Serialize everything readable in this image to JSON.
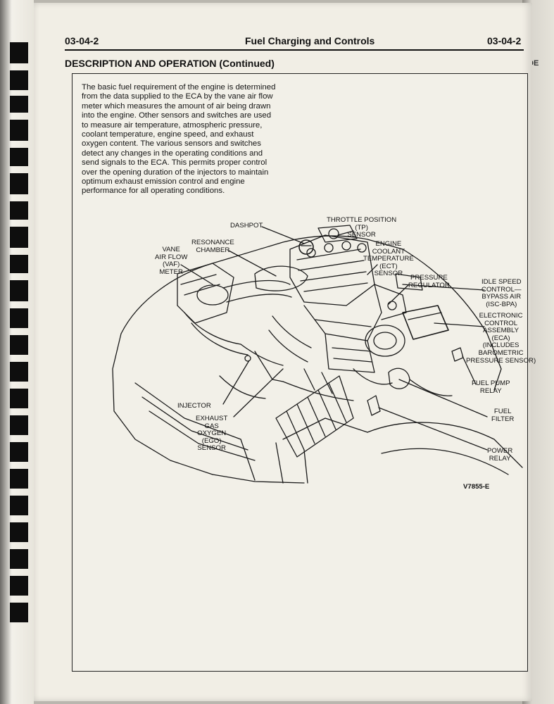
{
  "header": {
    "page_number_left": "03-04-2",
    "section_name": "Fuel Charging and Controls",
    "page_number_right": "03-04-2"
  },
  "section_title": "DESCRIPTION AND OPERATION (Continued)",
  "paragraph_lines": [
    "The basic fuel requirement of the engine is determined",
    "from the data supplied to the ECA by the vane air flow",
    "meter which measures the amount of air being drawn",
    "into the engine. Other sensors and switches are used",
    "to measure air temperature, atmospheric pressure,",
    "coolant temperature, engine speed, and exhaust",
    "oxygen content. The various sensors and switches",
    "detect any changes in the operating conditions and",
    "send signals to the ECA. This permits proper control",
    "over the opening duration of the injectors to maintain",
    "optimum exhaust emission control and engine",
    "performance for all operating conditions."
  ],
  "diagram": {
    "labels": {
      "dashpot": "DASHPOT",
      "throttle_position_sensor": [
        "THROTTLE POSITION",
        "(TP)",
        "SENSOR"
      ],
      "resonance_chamber": [
        "RESONANCE",
        "CHAMBER"
      ],
      "vane_air_flow_meter": [
        "VANE",
        "AIR FLOW",
        "(VAF)",
        "METER"
      ],
      "engine_coolant_temperature_sensor": [
        "ENGINE",
        "COOLANT",
        "TEMPERATURE",
        "(ECT)",
        "SENSOR"
      ],
      "pressure_regulator": [
        "PRESSURE",
        "REGULATOR"
      ],
      "idle_speed_control": [
        "IDLE SPEED",
        "CONTROL—",
        "BYPASS AIR",
        "(ISC-BPA)"
      ],
      "electronic_control_assembly": [
        "ELECTRONIC",
        "CONTROL",
        "ASSEMBLY",
        "(ECA)",
        "(INCLUDES",
        "BAROMETRIC",
        "PRESSURE SENSOR)"
      ],
      "fuel_pump_relay": [
        "FUEL PUMP",
        "RELAY"
      ],
      "injector": "INJECTOR",
      "exhaust_gas_oxygen_sensor": [
        "EXHAUST",
        "GAS",
        "OXYGEN",
        "(EGO)",
        "SENSOR"
      ],
      "fuel_filter": [
        "FUEL",
        "FILTER"
      ],
      "power_relay": [
        "POWER",
        "RELAY"
      ]
    },
    "figure_code": "V7855-E"
  },
  "colors": {
    "paper": "#f1eee5",
    "ink": "#111111",
    "index_tab": "#0e0e0e"
  }
}
